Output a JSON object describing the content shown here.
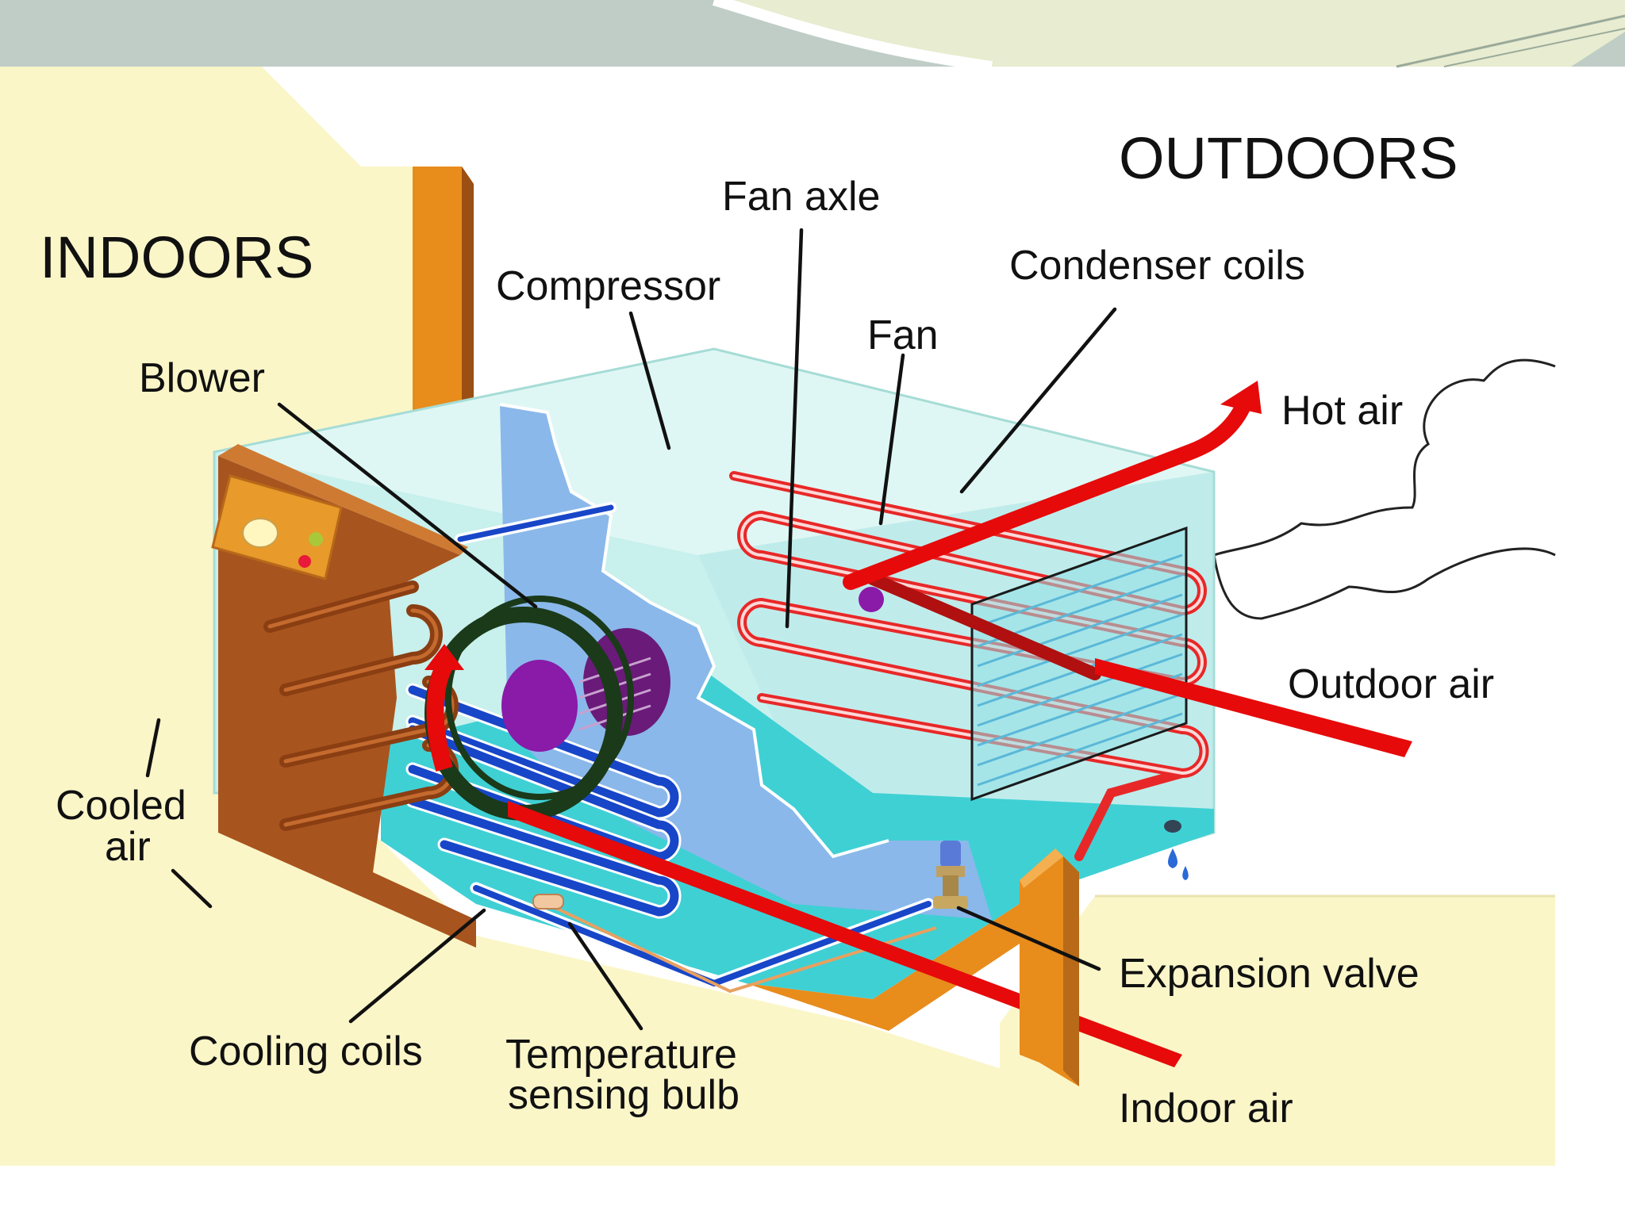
{
  "diagram": {
    "regions": {
      "indoors": "INDOORS",
      "outdoors": "OUTDOORS"
    },
    "labels": {
      "fan_axle": "Fan axle",
      "compressor": "Compressor",
      "condenser_coils": "Condenser coils",
      "fan": "Fan",
      "blower": "Blower",
      "hot_air": "Hot air",
      "outdoor_air": "Outdoor air",
      "cooled_air_line1": "Cooled",
      "cooled_air_line2": "air",
      "expansion_valve": "Expansion valve",
      "cooling_coils": "Cooling coils",
      "temp_bulb_line1": "Temperature",
      "temp_bulb_line2": "sensing bulb",
      "indoor_air": "Indoor air"
    },
    "colors": {
      "indoor_bg": "#fbf6c8",
      "banner": "#bfcdc6",
      "wall_wood": "#e88c1c",
      "cabinet_brown": "#a8541e",
      "glass_teal": "#c8f0ec",
      "base_teal": "#3fd0d4",
      "compressor_blue": "#8ab8ea",
      "hot_red": "#e60a0a",
      "cool_blue": "#1846c8",
      "blower_ring": "#1a3a1a",
      "motor_purple": "#8a1aa8"
    }
  }
}
